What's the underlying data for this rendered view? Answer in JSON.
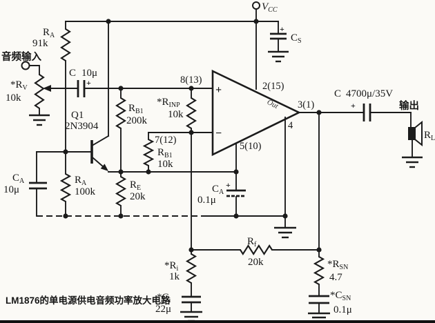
{
  "caption": "LM1876的单电源供电音频功率放大电路",
  "labels": {
    "audio_input": "音频输入",
    "output": "输出",
    "vcc": {
      "main": "V",
      "sub": "CC"
    },
    "opamp": {
      "plus": "+",
      "minus": "−",
      "out_script": "Out"
    }
  },
  "pins": {
    "in_plus": "8(13)",
    "in_minus": "7(12)",
    "supply": "2(15)",
    "output": "3(1)",
    "gnd": "4",
    "bypass": "5(10)"
  },
  "components": {
    "ra_top": {
      "name": "R",
      "sub": "A",
      "value": "91k"
    },
    "rv": {
      "name": "*R",
      "sub": "V",
      "value": "10k"
    },
    "c_in": {
      "name": "C",
      "value": "10μ",
      "polarity": "+"
    },
    "q1": {
      "ref": "Q1",
      "part": "2N3904"
    },
    "rb1_bias": {
      "name": "R",
      "sub": "B1",
      "value": "200k"
    },
    "rinp": {
      "name": "*R",
      "sub": "INP",
      "value": "10k"
    },
    "rb1_fb": {
      "name": "R",
      "sub": "B1",
      "value": "10k"
    },
    "ra_base": {
      "name": "R",
      "sub": "A",
      "value": "100k"
    },
    "ca_base": {
      "name": "C",
      "sub": "A",
      "value": "10μ"
    },
    "re": {
      "name": "R",
      "sub": "E",
      "value": "20k"
    },
    "ca_byp": {
      "name": "C",
      "sub": "A",
      "value": "0.1μ",
      "polarity": "+"
    },
    "cs": {
      "name": "C",
      "sub": "S",
      "polarity": "+"
    },
    "c_out": {
      "name": "C",
      "value": "4700μ/35V",
      "polarity": "+"
    },
    "rl": {
      "name": "R",
      "sub": "L"
    },
    "rf": {
      "name": "R",
      "sub": "f",
      "value": "20k"
    },
    "ri": {
      "name": "*R",
      "sub": "i",
      "value": "1k"
    },
    "ci": {
      "name": "*C",
      "sub": "i",
      "value": "22μ"
    },
    "rsn": {
      "name": "*R",
      "sub": "SN",
      "value": "4.7"
    },
    "csn": {
      "name": "*C",
      "sub": "SN",
      "value": "0.1μ"
    }
  },
  "colors": {
    "ink": "#1b1b1b",
    "paper": "#fbfaf6"
  }
}
